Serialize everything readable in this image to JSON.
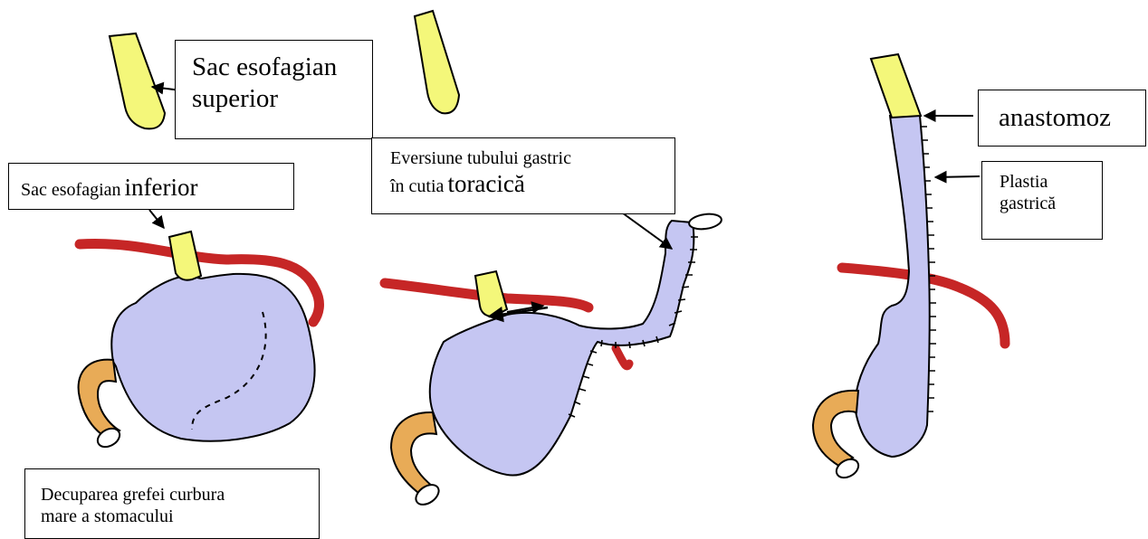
{
  "labels": {
    "sac_superior_line1": "Sac esofagian",
    "sac_superior_line2": "superior",
    "sac_inferior_part1": "Sac esofagian",
    "sac_inferior_part2": "inferior",
    "eversiune_line1": "Eversiune tubului gastric",
    "eversiune_line2_part1": "în cutia",
    "eversiune_line2_part2": "toracică",
    "decuparea_line1": "Decuparea grefei curbura",
    "decuparea_line2": "mare a stomacului",
    "anastomoz": "anastomoz",
    "plastia_line1": "Plastia",
    "plastia_line2": "gastrică"
  },
  "colors": {
    "esophagus": "#f4f77a",
    "stomach": "#c5c6f2",
    "duodenum": "#e8ab57",
    "vessel": "#c62626",
    "outline": "#000000"
  }
}
